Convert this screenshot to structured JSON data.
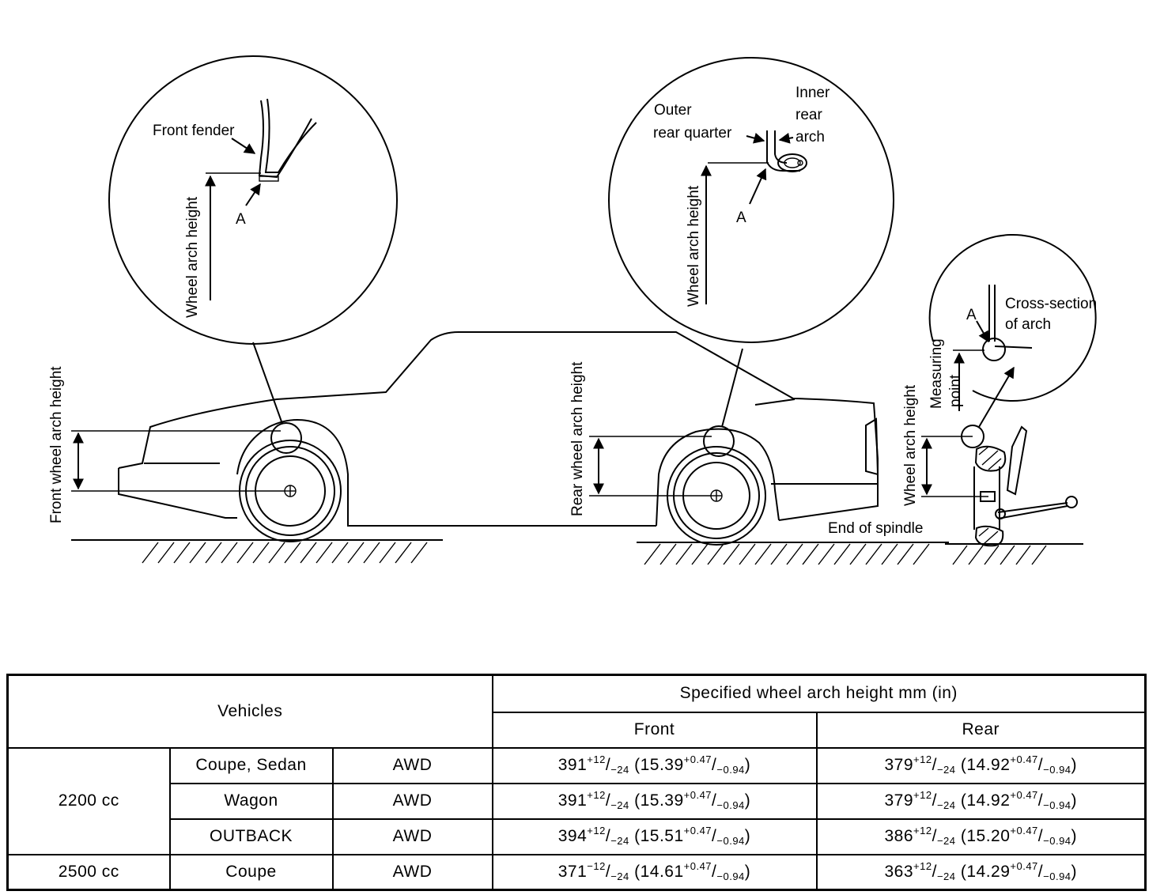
{
  "diagram": {
    "labels": {
      "front_fender": "Front fender",
      "point_a": "A",
      "wheel_arch_height": "Wheel arch height",
      "outer_rear_quarter_1": "Outer",
      "outer_rear_quarter_2": "rear quarter",
      "inner_rear_arch_1": "Inner",
      "inner_rear_arch_2": "rear",
      "inner_rear_arch_3": "arch",
      "cross_section_1": "Cross-section",
      "cross_section_2": "of arch",
      "measuring_point_1": "Measuring",
      "measuring_point_2": "point",
      "front_wheel_arch_height": "Front wheel arch height",
      "rear_wheel_arch_height": "Rear wheel arch height",
      "end_of_spindle": "End of spindle"
    }
  },
  "table": {
    "header": {
      "vehicles": "Vehicles",
      "specified": "Specified wheel arch height mm (in)",
      "front": "Front",
      "rear": "Rear"
    },
    "rows": [
      {
        "engine": "2200 cc",
        "body": "Coupe, Sedan",
        "drive": "AWD",
        "front": {
          "base": "391",
          "sup1": "+12",
          "sub1": "−24",
          "inch": "(15.39",
          "sup2": "+0.47",
          "sub2": "−0.94",
          "close": ")"
        },
        "rear": {
          "base": "379",
          "sup1": "+12",
          "sub1": "−24",
          "inch": "(14.92",
          "sup2": "+0.47",
          "sub2": "−0.94",
          "close": ")"
        }
      },
      {
        "engine": "",
        "body": "Wagon",
        "drive": "AWD",
        "front": {
          "base": "391",
          "sup1": "+12",
          "sub1": "−24",
          "inch": "(15.39",
          "sup2": "+0.47",
          "sub2": "−0.94",
          "close": ")"
        },
        "rear": {
          "base": "379",
          "sup1": "+12",
          "sub1": "−24",
          "inch": "(14.92",
          "sup2": "+0.47",
          "sub2": "−0.94",
          "close": ")"
        }
      },
      {
        "engine": "",
        "body": "OUTBACK",
        "drive": "AWD",
        "front": {
          "base": "394",
          "sup1": "+12",
          "sub1": "−24",
          "inch": "(15.51",
          "sup2": "+0.47",
          "sub2": "−0.94",
          "close": ")"
        },
        "rear": {
          "base": "386",
          "sup1": "+12",
          "sub1": "−24",
          "inch": "(15.20",
          "sup2": "+0.47",
          "sub2": "−0.94",
          "close": ")"
        }
      },
      {
        "engine": "2500 cc",
        "body": "Coupe",
        "drive": "AWD",
        "front": {
          "base": "371",
          "sup1": "−12",
          "sub1": "−24",
          "inch": "(14.61",
          "sup2": "+0.47",
          "sub2": "−0.94",
          "close": ")"
        },
        "rear": {
          "base": "363",
          "sup1": "+12",
          "sub1": "−24",
          "inch": "(14.29",
          "sup2": "+0.47",
          "sub2": "−0.94",
          "close": ")"
        }
      }
    ]
  }
}
